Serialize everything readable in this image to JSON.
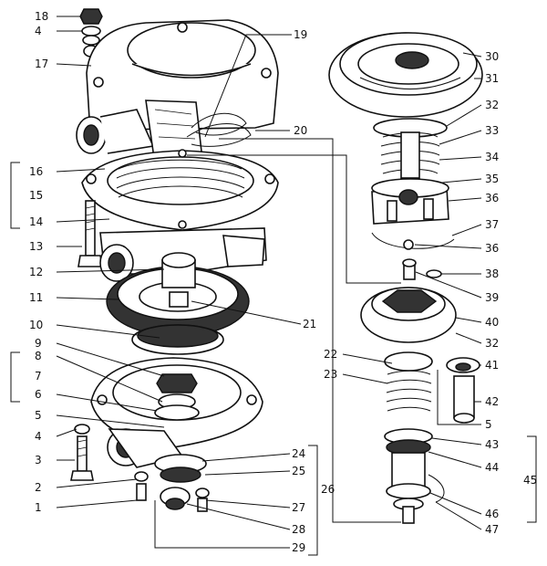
{
  "labels": {
    "l1": "1",
    "l2": "2",
    "l3": "3",
    "l4a": "4",
    "l4b": "4",
    "l5a": "5",
    "l5b": "5",
    "l6": "6",
    "l7": "7",
    "l8": "8",
    "l9": "9",
    "l10": "10",
    "l11": "11",
    "l12": "12",
    "l13": "13",
    "l14": "14",
    "l15": "15",
    "l16": "16",
    "l17": "17",
    "l18": "18",
    "l19": "19",
    "l20": "20",
    "l21": "21",
    "l22": "22",
    "l23": "23",
    "l24": "24",
    "l25": "25",
    "l26": "26",
    "l27": "27",
    "l28": "28",
    "l29": "29",
    "l30": "30",
    "l31": "31",
    "l32a": "32",
    "l32b": "32",
    "l33": "33",
    "l34": "34",
    "l35": "35",
    "l36a": "36",
    "l36b": "36",
    "l37": "37",
    "l38": "38",
    "l39": "39",
    "l40": "40",
    "l41": "41",
    "l42": "42",
    "l43": "43",
    "l44": "44",
    "l45": "45",
    "l46": "46",
    "l47": "47"
  }
}
